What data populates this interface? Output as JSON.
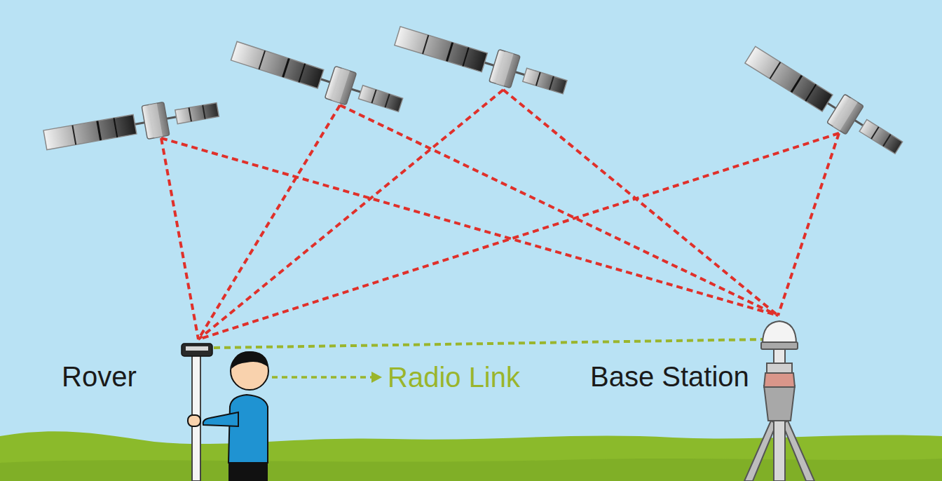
{
  "diagram": {
    "labels": [
      "Rover",
      "Radio Link",
      "Base Station"
    ]
  }
}
